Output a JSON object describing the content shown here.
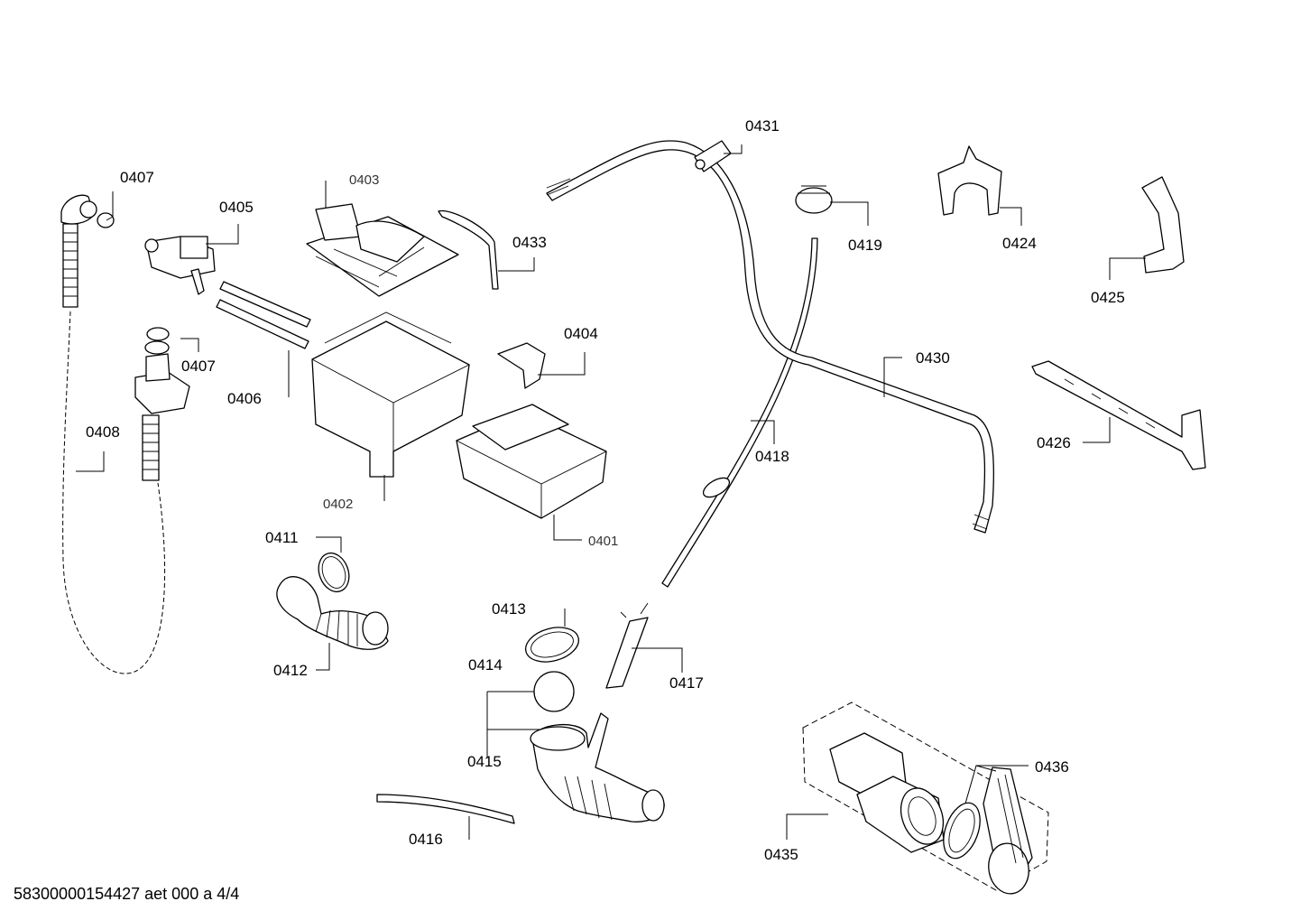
{
  "diagram": {
    "part_labels": {
      "p0401": "0401",
      "p0402": "0402",
      "p0403": "0403",
      "p0404": "0404",
      "p0405": "0405",
      "p0406": "0406",
      "p0407a": "0407",
      "p0407b": "0407",
      "p0408": "0408",
      "p0411": "0411",
      "p0412": "0412",
      "p0413": "0413",
      "p0414": "0414",
      "p0415": "0415",
      "p0416": "0416",
      "p0417": "0417",
      "p0418": "0418",
      "p0419": "0419",
      "p0424": "0424",
      "p0425": "0425",
      "p0426": "0426",
      "p0430": "0430",
      "p0431": "0431",
      "p0433": "0433",
      "p0435": "0435",
      "p0436": "0436"
    }
  },
  "footer": {
    "doc_id": "58300000154427 aet 000 a 4/4"
  }
}
